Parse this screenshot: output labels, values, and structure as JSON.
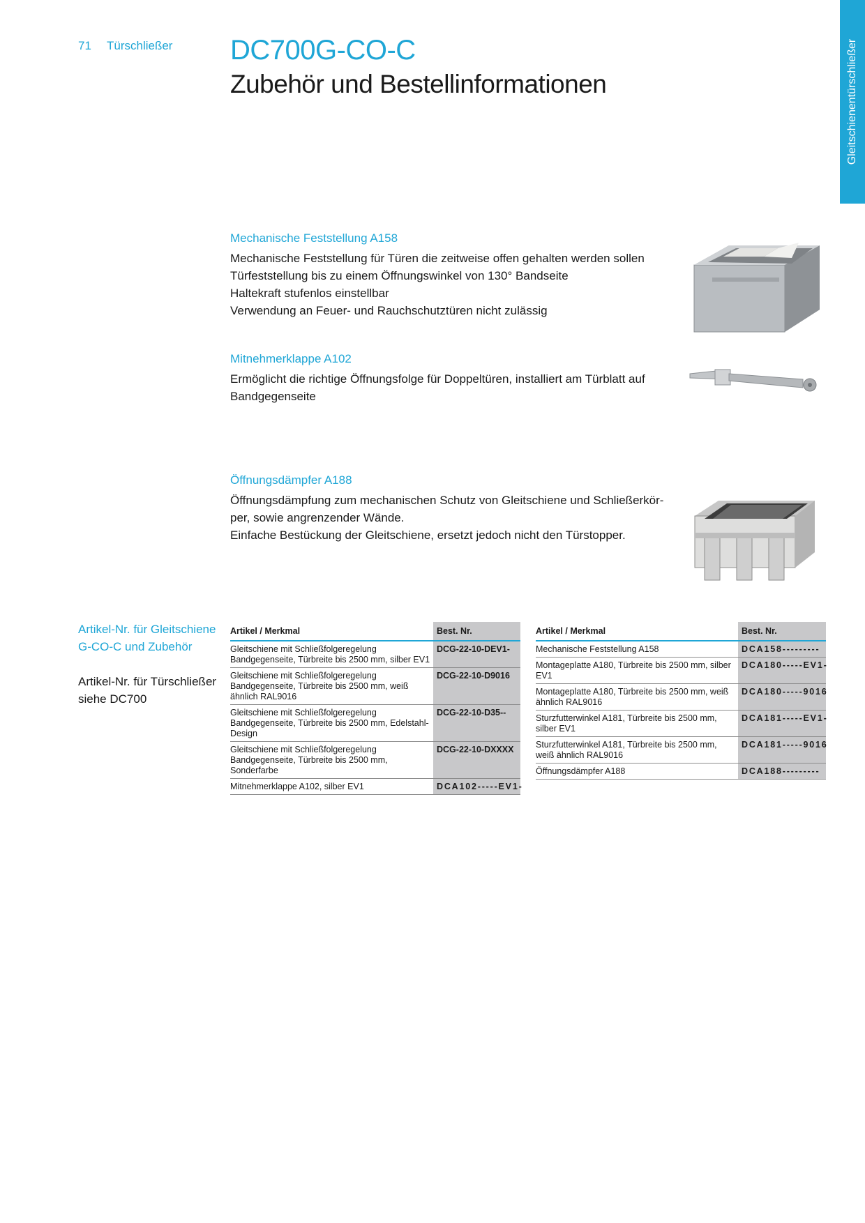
{
  "header": {
    "page_number": "71",
    "section": "Türschließer",
    "title": "DC700G-CO-C",
    "subtitle": "Zubehör und Bestellinformationen"
  },
  "side_tab": {
    "label": "Gleitschienentürschließer"
  },
  "products": [
    {
      "title": "Mechanische Feststellung A158",
      "lines": [
        "Mechanische Feststellung für Türen die zeitweise offen gehalten werden sollen",
        "Türfeststellung bis zu einem Öffnungswinkel von 130° Bandseite",
        "Haltekraft stufenlos einstellbar",
        "Verwendung an Feuer- und Rauchschutztüren nicht zulässig"
      ]
    },
    {
      "title": "Mitnehmerklappe A102",
      "lines": [
        "Ermöglicht die richtige Öffnungsfolge für Doppeltüren, installiert am Türblatt auf",
        "Bandgegenseite"
      ]
    },
    {
      "title": "Öffnungsdämpfer A188",
      "lines": [
        "Öffnungsdämpfung zum mechanischen Schutz von Gleitschiene und Schließerkör-",
        "per, sowie angrenzender Wände.",
        "Einfache Bestückung der Gleitschiene, ersetzt jedoch nicht den Türstopper."
      ]
    }
  ],
  "left_notes": {
    "blue": "Artikel-Nr. für Gleitschiene G-CO-C und Zubehör",
    "black": "Artikel-Nr. für Türschließer siehe DC700"
  },
  "table_left": {
    "headers": [
      "Artikel / Merkmal",
      "Best. Nr."
    ],
    "rows": [
      {
        "desc": "Gleitschiene mit Schließfolgeregelung Bandgegenseite, Türbreite bis 2500 mm, silber EV1",
        "code": "DCG-22-10-DEV1-"
      },
      {
        "desc": "Gleitschiene mit Schließfolgeregelung Bandgegenseite, Türbreite bis 2500 mm, weiß ähnlich RAL9016",
        "code": "DCG-22-10-D9016"
      },
      {
        "desc": "Gleitschiene mit Schließfolgeregelung Bandgegenseite, Türbreite bis 2500 mm, Edelstahl-Design",
        "code": "DCG-22-10-D35--"
      },
      {
        "desc": "Gleitschiene mit Schließfolgeregelung Bandgegenseite, Türbreite bis 2500 mm, Sonderfarbe",
        "code": "DCG-22-10-DXXXX"
      },
      {
        "desc": "Mitnehmerklappe A102, silber EV1",
        "code": "DCA102-----EV1-"
      }
    ]
  },
  "table_right": {
    "headers": [
      "Artikel / Merkmal",
      "Best. Nr."
    ],
    "rows": [
      {
        "desc": "Mechanische Feststellung A158",
        "code": "DCA158---------"
      },
      {
        "desc": "Montageplatte A180, Türbreite bis 2500 mm, silber EV1",
        "code": "DCA180-----EV1-"
      },
      {
        "desc": "Montageplatte A180, Türbreite bis 2500 mm, weiß ähnlich RAL9016",
        "code": "DCA180-----9016"
      },
      {
        "desc": "Sturzfutterwinkel A181, Türbreite bis 2500 mm, silber EV1",
        "code": "DCA181-----EV1-"
      },
      {
        "desc": "Sturzfutterwinkel A181, Türbreite bis 2500 mm, weiß ähnlich RAL9016",
        "code": "DCA181-----9016"
      },
      {
        "desc": "Öffnungsdämpfer A188",
        "code": "DCA188---------"
      }
    ]
  }
}
